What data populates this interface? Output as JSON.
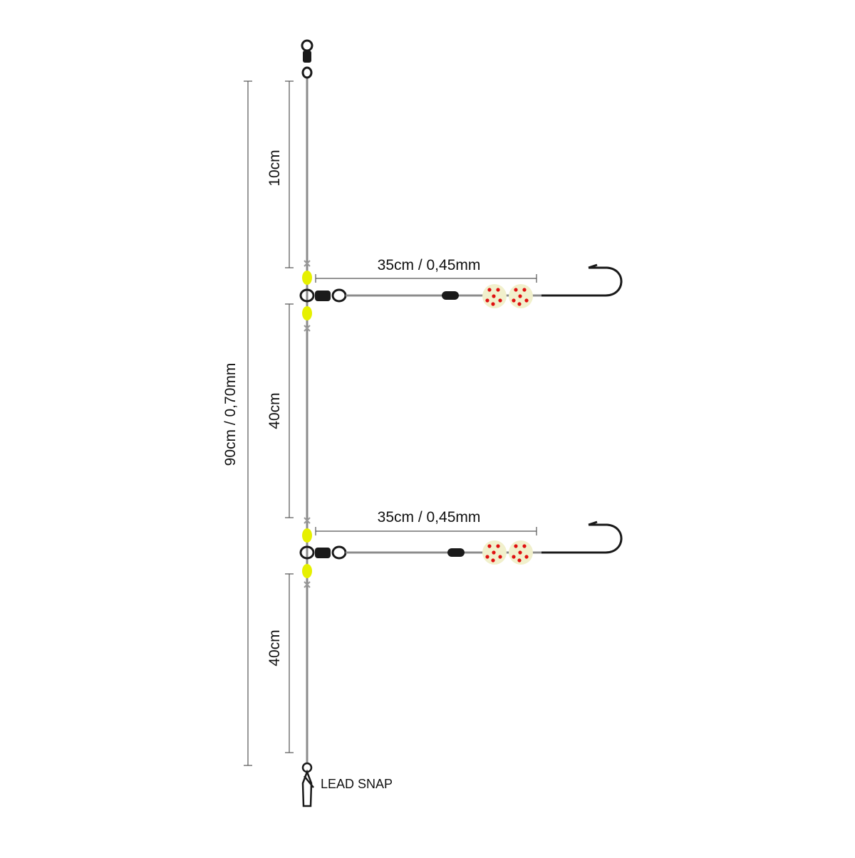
{
  "diagram": {
    "total_label": "90cm / 0,70mm",
    "segment_top_label": "10cm",
    "segment_middle_label": "40cm",
    "segment_bottom_label": "40cm",
    "snood_labels": [
      "35cm / 0,45mm",
      "35cm / 0,45mm"
    ],
    "lead_snap_label": "LEAD SNAP"
  },
  "colors": {
    "line": "#8c8c8c",
    "dimension": "#555555",
    "hardware": "#1a1a1a",
    "bead": "#e6f000",
    "lure_bead": "#f1f0cc",
    "dot": "#e01010",
    "text": "#111111"
  }
}
